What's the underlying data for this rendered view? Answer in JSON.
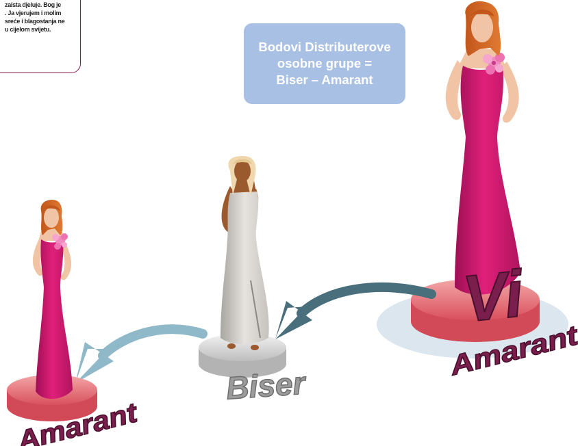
{
  "quote": {
    "lines": [
      "zaista djeluje. Bog je",
      ". Ja vjerujem i molim",
      "sreće i blagostanja ne",
      "u cijelom svijetu."
    ]
  },
  "info_box": {
    "lines": [
      "Bodovi Distributerove",
      "osobne grupe =",
      "Biser – Amarant"
    ]
  },
  "levels": {
    "you_label": "Vi",
    "you_rank": "Amarant",
    "middle_rank": "Biser",
    "left_rank": "Amarant"
  },
  "colors": {
    "pink_dress": "#d4196e",
    "pedestal_pink": "#e87a80",
    "pedestal_grey": "#d6d6d6",
    "text_purple": "#6b1846",
    "arrow_dark": "#4a6f7c",
    "arrow_light": "#8fb9c9",
    "info_bg": "#a8c0e4"
  }
}
